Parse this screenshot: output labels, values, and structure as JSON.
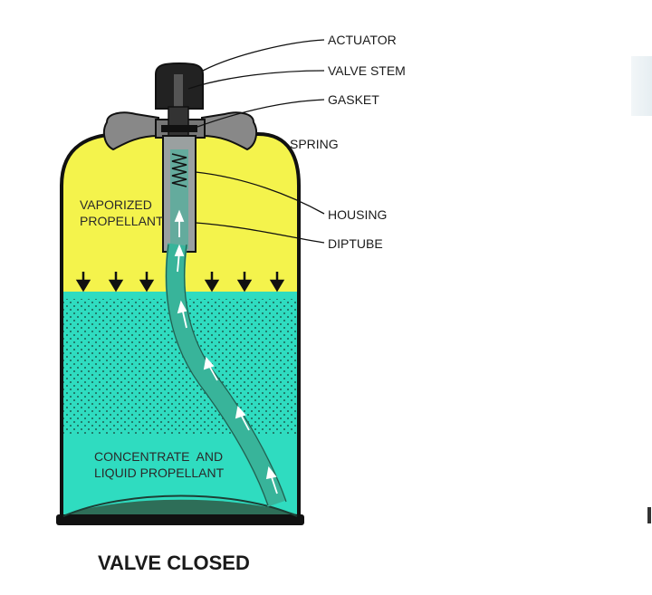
{
  "title": "VALVE CLOSED",
  "labels": {
    "actuator": "ACTUATOR",
    "valve_stem": "VALVE STEM",
    "gasket": "GASKET",
    "spring": "SPRING",
    "housing": "HOUSING",
    "diptube": "DIPTUBE",
    "vaporized_1": "VAPORIZED",
    "vaporized_2": "PROPELLANT",
    "concentrate_1": "CONCENTRATE  AND",
    "concentrate_2": "LIQUID PROPELLANT"
  },
  "colors": {
    "vapor": "#f4f34c",
    "liquid": "#2fdcc0",
    "liquid_dark": "#2e6e58",
    "outline": "#111111",
    "cap": "#888888",
    "tube": "#38b49a"
  }
}
